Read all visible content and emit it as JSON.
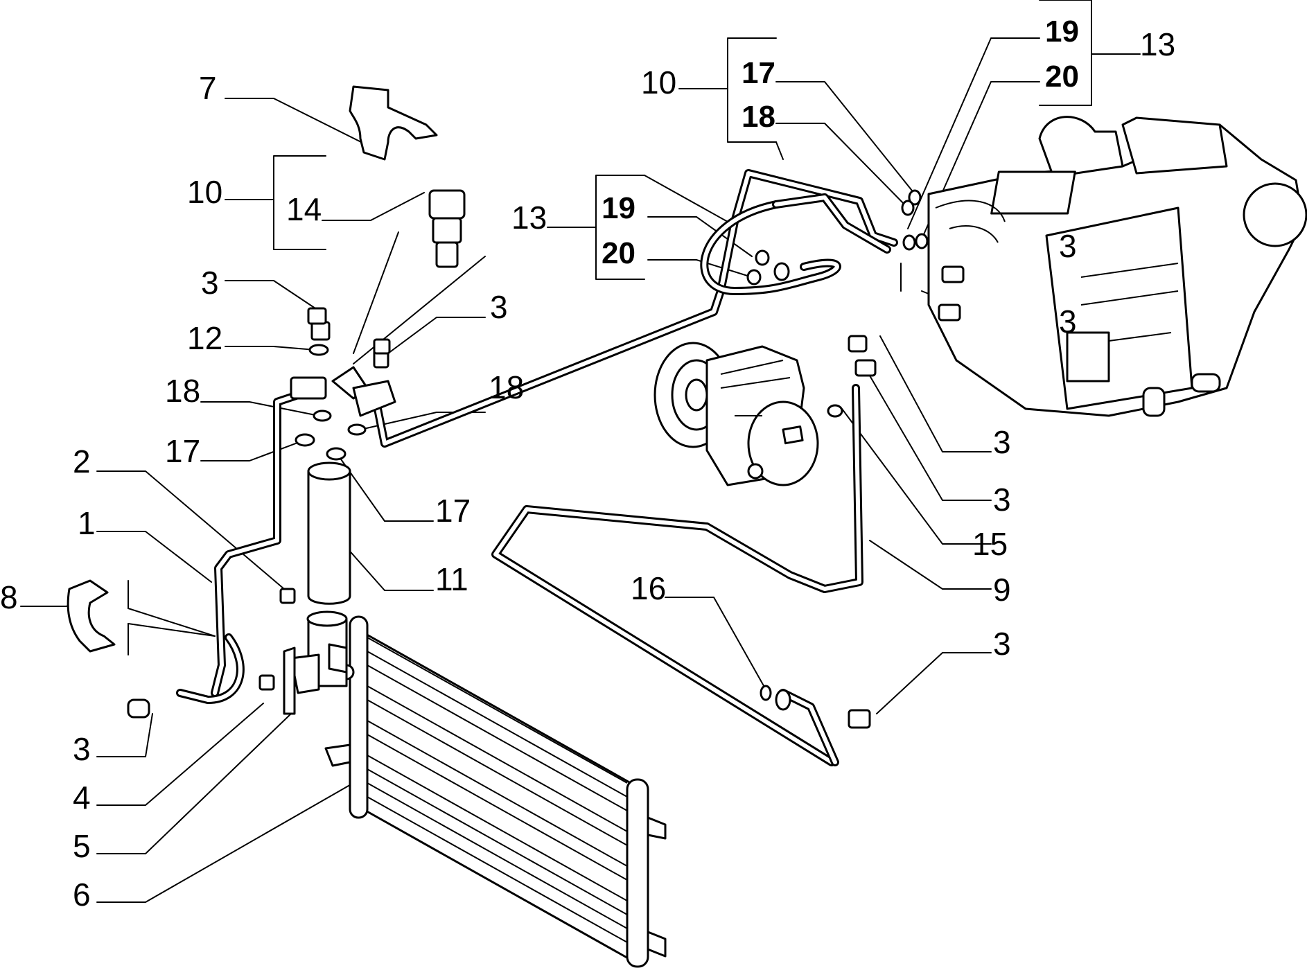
{
  "callouts": [
    {
      "id": "c7",
      "text": "7"
    },
    {
      "id": "c10a",
      "text": "10"
    },
    {
      "id": "c14",
      "text": "14"
    },
    {
      "id": "c3a",
      "text": "3"
    },
    {
      "id": "c12",
      "text": "12"
    },
    {
      "id": "c3b",
      "text": "3"
    },
    {
      "id": "c18a",
      "text": "18"
    },
    {
      "id": "c18b",
      "text": "18"
    },
    {
      "id": "c17a",
      "text": "17"
    },
    {
      "id": "c2",
      "text": "2"
    },
    {
      "id": "c1",
      "text": "1"
    },
    {
      "id": "c8",
      "text": "8"
    },
    {
      "id": "c17b",
      "text": "17"
    },
    {
      "id": "c11",
      "text": "11"
    },
    {
      "id": "c3c",
      "text": "3"
    },
    {
      "id": "c4",
      "text": "4"
    },
    {
      "id": "c5",
      "text": "5"
    },
    {
      "id": "c6",
      "text": "6"
    },
    {
      "id": "c13a",
      "text": "13"
    },
    {
      "id": "c19a",
      "text": "19"
    },
    {
      "id": "c20a",
      "text": "20"
    },
    {
      "id": "c10b",
      "text": "10"
    },
    {
      "id": "c17c",
      "text": "17"
    },
    {
      "id": "c18c",
      "text": "18"
    },
    {
      "id": "c19b",
      "text": "19"
    },
    {
      "id": "c20b",
      "text": "20"
    },
    {
      "id": "c13b",
      "text": "13"
    },
    {
      "id": "c3d",
      "text": "3"
    },
    {
      "id": "c3e",
      "text": "3"
    },
    {
      "id": "c3f",
      "text": "3"
    },
    {
      "id": "c3g",
      "text": "3"
    },
    {
      "id": "c15",
      "text": "15"
    },
    {
      "id": "c16",
      "text": "16"
    },
    {
      "id": "c9",
      "text": "9"
    },
    {
      "id": "c3h",
      "text": "3"
    }
  ]
}
